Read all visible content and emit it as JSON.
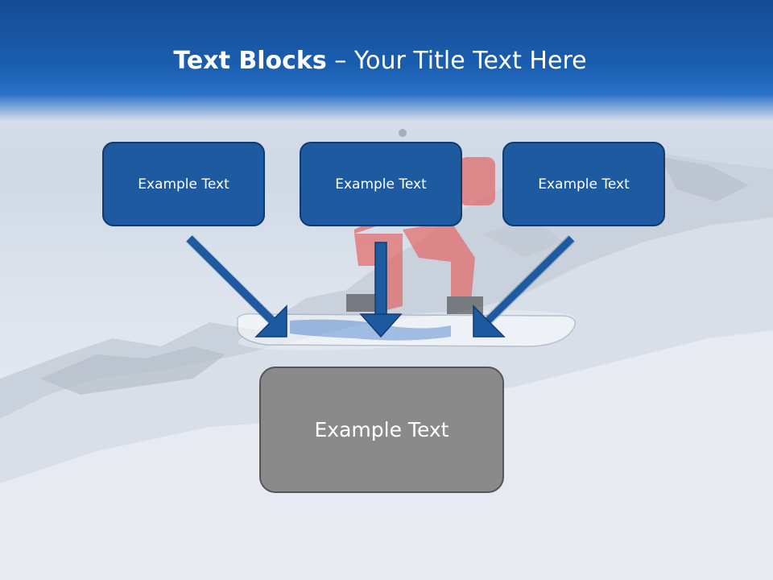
{
  "slide": {
    "title_bold": "Text Blocks",
    "title_dash": " – ",
    "title_rest": "Your Title Text Here"
  },
  "blocks": {
    "left": "Example Text",
    "center": "Example Text",
    "right": "Example Text",
    "bottom": "Example Text"
  },
  "colors": {
    "header_blue": "#1a5eb0",
    "block_blue": "#1d5aa0",
    "arrow_blue": "#1d5aa0",
    "bottom_gray": "#8a8a8a"
  }
}
